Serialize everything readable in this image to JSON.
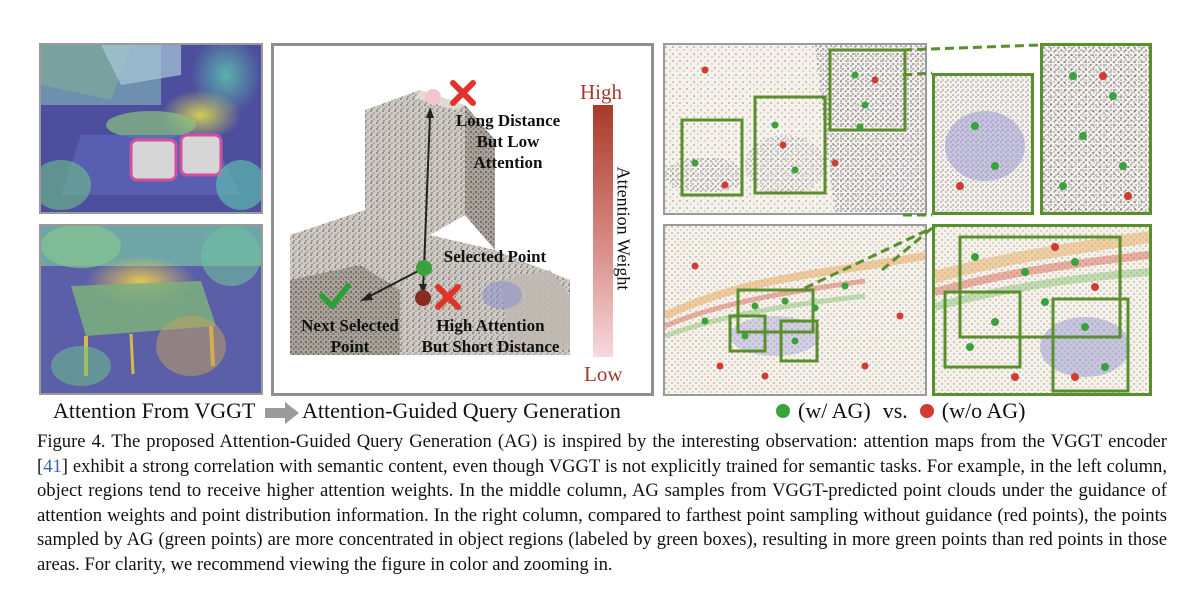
{
  "figure": {
    "left_label": "Attention From VGGT",
    "middle_label": "Attention-Guided Query Generation",
    "legend": {
      "green_label": "(w/ AG)",
      "vs": "vs.",
      "red_label": "(w/o AG)",
      "green_color": "#3aa23a",
      "red_color": "#d23a34"
    },
    "middle_panel": {
      "annotations": {
        "long_distance": "Long Distance\nBut Low\nAttention",
        "selected_point": "Selected Point",
        "next_selected": "Next Selected\nPoint",
        "high_attention": "High Attention\nBut Short Distance"
      },
      "colorbar": {
        "high": "High",
        "low": "Low",
        "title": "Attention Weight",
        "color_high": "#a93a2a",
        "color_low": "#f6d9de"
      }
    },
    "box_color": "#5a8f2e"
  },
  "caption": {
    "prefix": "Figure 4. The proposed Attention-Guided Query Generation (AG) is inspired by the interesting observation: attention maps from the VGGT encoder [",
    "ref": "41",
    "suffix": "] exhibit a strong correlation with semantic content, even though VGGT is not explicitly trained for semantic tasks. For example, in the left column, object regions tend to receive higher attention weights. In the middle column, AG samples from VGGT-predicted point clouds under the guidance of attention weights and point distribution information. In the right column, compared to farthest point sampling without guidance (red points), the points sampled by AG (green points) are more concentrated in object regions (labeled by green boxes), resulting in more green points than red points in those areas. For clarity, we recommend viewing the figure in color and zooming in."
  }
}
